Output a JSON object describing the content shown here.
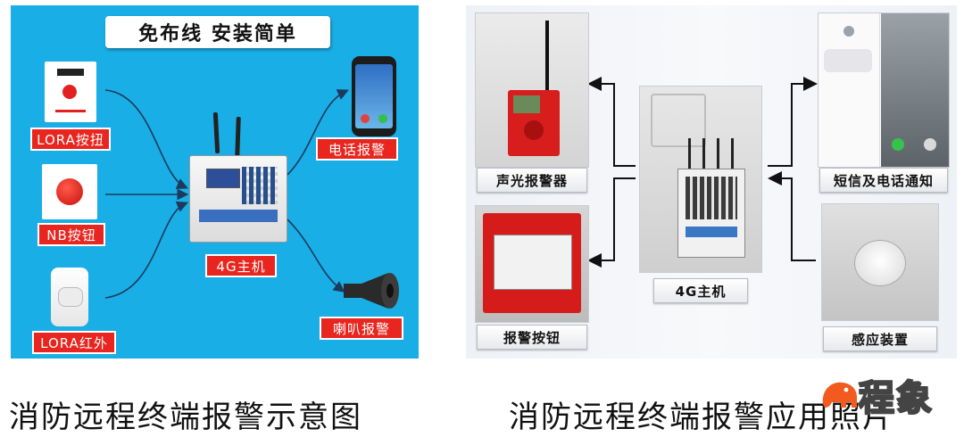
{
  "left_diagram": {
    "slogan": "免布线 安装简单",
    "inputs": [
      {
        "label": "LORA按扭"
      },
      {
        "label": "NB按钮"
      },
      {
        "label": "LORA红外"
      }
    ],
    "host_label": "4G主机",
    "outputs": [
      {
        "label": "电话报警"
      },
      {
        "label": "喇叭报警"
      }
    ],
    "colors": {
      "background": "#19aee6",
      "label_red": "#e8261f",
      "wire": "#1b3a5c"
    }
  },
  "left_caption": "消防远程终端报警示意图",
  "right_collage": {
    "labels": {
      "sound_light_alarm": "声光报警器",
      "alarm_button": "报警按钮",
      "host": "4G主机",
      "sms_call": "短信及电话通知",
      "sensor": "感应装置"
    }
  },
  "right_caption": "消防远程终端报警应用照片",
  "logo": {
    "text": "程象",
    "icon": "elephant-icon",
    "color": "#f25a1e"
  }
}
